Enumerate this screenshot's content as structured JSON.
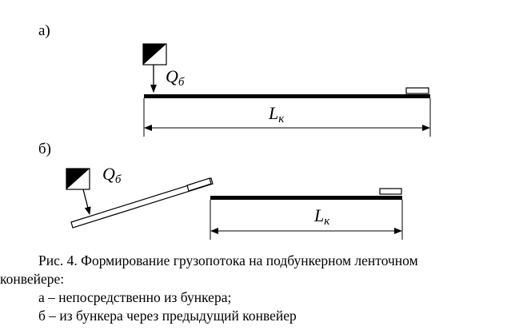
{
  "figure": {
    "panel_a_label": "а)",
    "panel_b_label": "б)",
    "flow_symbol": "Q",
    "flow_subscript": "б",
    "length_symbol": "L",
    "length_subscript": "к"
  },
  "caption": {
    "line1": "Рис. 4. Формирование грузопотока на подбункерном ленточном",
    "line2": "конвейере:",
    "item_a": "а – непосредственно из бункера;",
    "item_b": "б – из бункера через предыдущий конвейер"
  },
  "colors": {
    "ink": "#000000",
    "background": "#ffffff"
  }
}
